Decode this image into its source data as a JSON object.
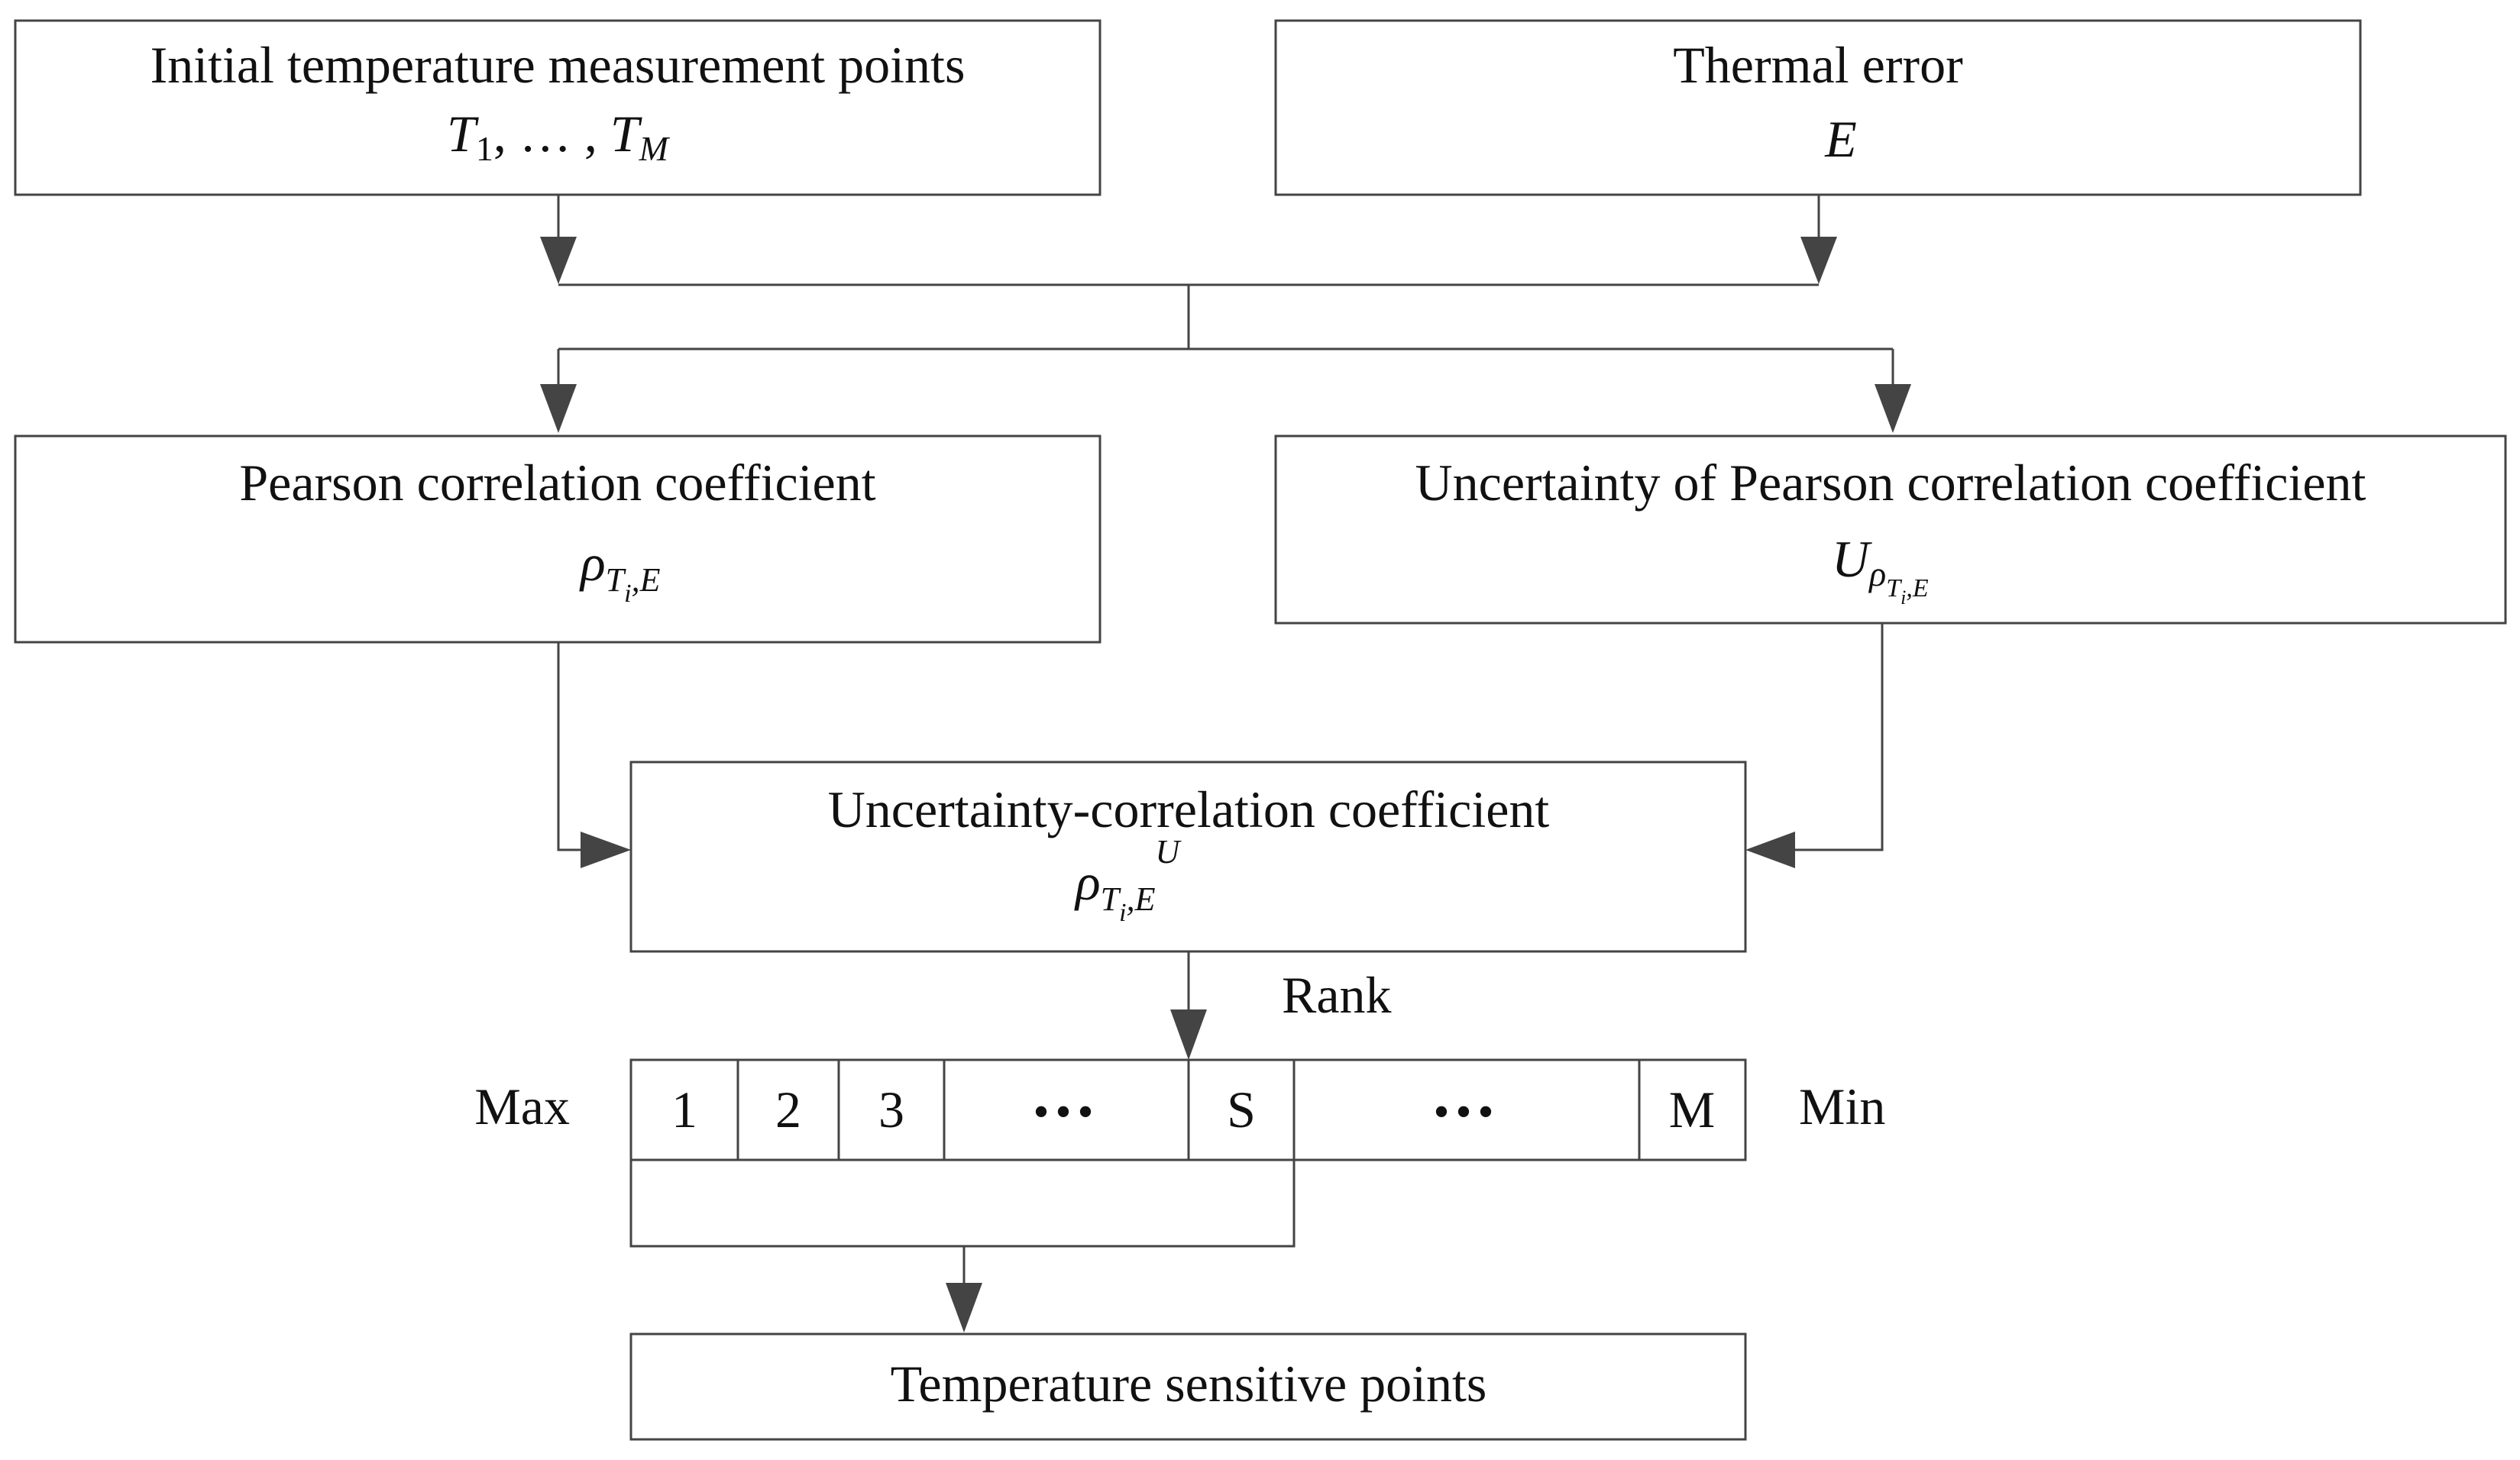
{
  "boxes": {
    "initial_points": {
      "title": "Initial temperature measurement points",
      "symbol_main": "T",
      "symbol_sub1": "1",
      "symbol_sep": ", … , ",
      "symbol_main2": "T",
      "symbol_sub2": "M"
    },
    "thermal_error": {
      "title": "Thermal error",
      "symbol": "E"
    },
    "pearson": {
      "title": "Pearson correlation coefficient",
      "symbol": "ρ",
      "sub_T": "T",
      "sub_i": "i",
      "sub_E": ",E"
    },
    "uncertainty_pearson": {
      "title": "Uncertainty of Pearson correlation coefficient",
      "symbol": "U",
      "sub_rho": "ρ",
      "sub_T": "T",
      "sub_i": "i",
      "sub_E": ",E"
    },
    "uncertainty_correlation": {
      "title": "Uncertainty-correlation coefficient",
      "symbol": "ρ",
      "sub_T": "T",
      "sub_i": "i",
      "sub_E": ",E",
      "superscript": "U"
    },
    "sensitive_points": {
      "title": "Temperature sensitive points"
    }
  },
  "rank_label": "Rank",
  "rank_bar": {
    "left_label": "Max",
    "right_label": "Min",
    "cells": [
      "1",
      "2",
      "3",
      "•••",
      "S",
      "•••",
      "M"
    ]
  }
}
